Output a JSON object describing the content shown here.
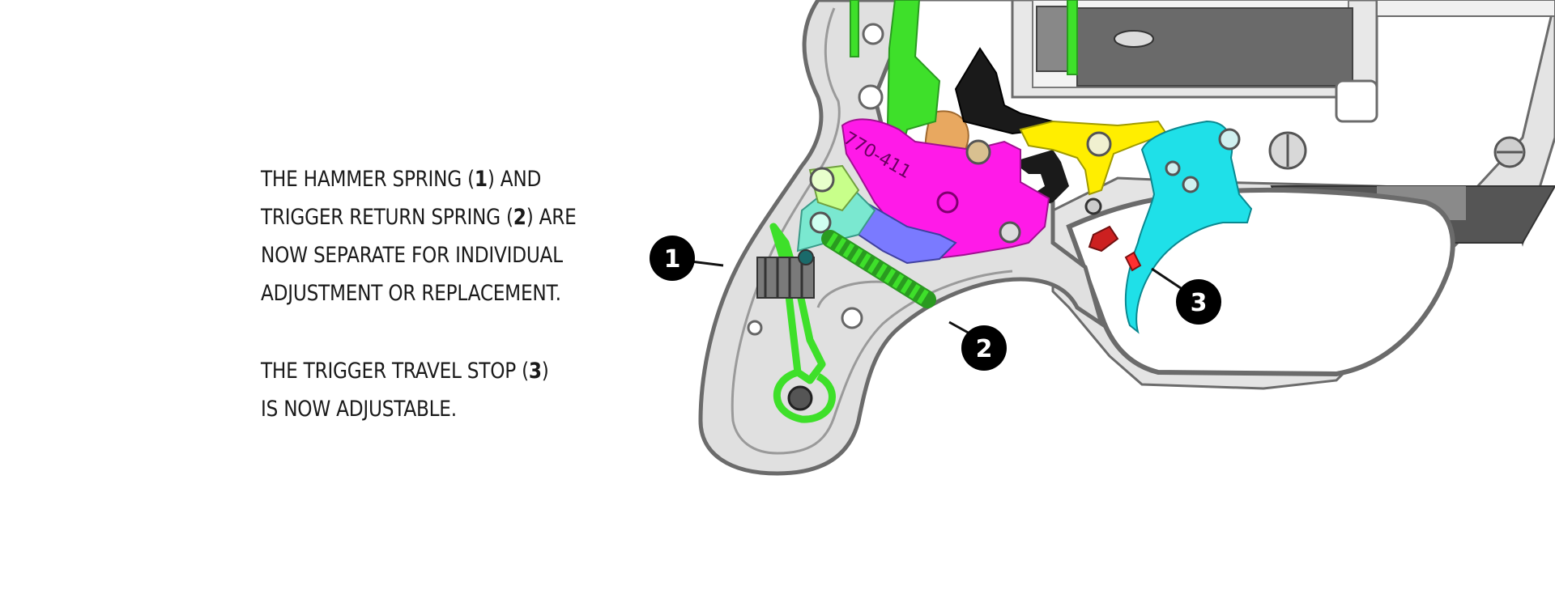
{
  "paragraphs": [
    {
      "lines": [
        {
          "pre": "THE HAMMER SPRING (",
          "num": "1",
          "post": ") AND"
        },
        {
          "pre": "TRIGGER RETURN SPRING (",
          "num": "2",
          "post": ") ARE"
        },
        {
          "pre": "NOW SEPARATE FOR INDIVIDUAL",
          "num": "",
          "post": ""
        },
        {
          "pre": "ADJUSTMENT OR REPLACEMENT.",
          "num": "",
          "post": ""
        }
      ]
    },
    {
      "lines": [
        {
          "pre": "THE TRIGGER TRAVEL STOP (",
          "num": "3",
          "post": ")"
        },
        {
          "pre": "IS NOW ADJUSTABLE.",
          "num": "",
          "post": ""
        }
      ]
    }
  ],
  "callouts": [
    {
      "label": "1"
    },
    {
      "label": "2"
    },
    {
      "label": "3"
    }
  ],
  "part_marking": "770-411",
  "colors": {
    "frame": "#dedede",
    "frame_stroke": "#6b6b6b",
    "hammer_spring": "#3ee02a",
    "trigger_return_spring": "#3ee02a",
    "hammer": "#ff1ae8",
    "trigger": "#1fe0e8",
    "pawl": "#ffee00",
    "hand": "#e8a860",
    "transfer_bar": "#3ee02a",
    "travel_stop": "#cc2020",
    "callout_fill": "#000000",
    "callout_text": "#ffffff"
  }
}
